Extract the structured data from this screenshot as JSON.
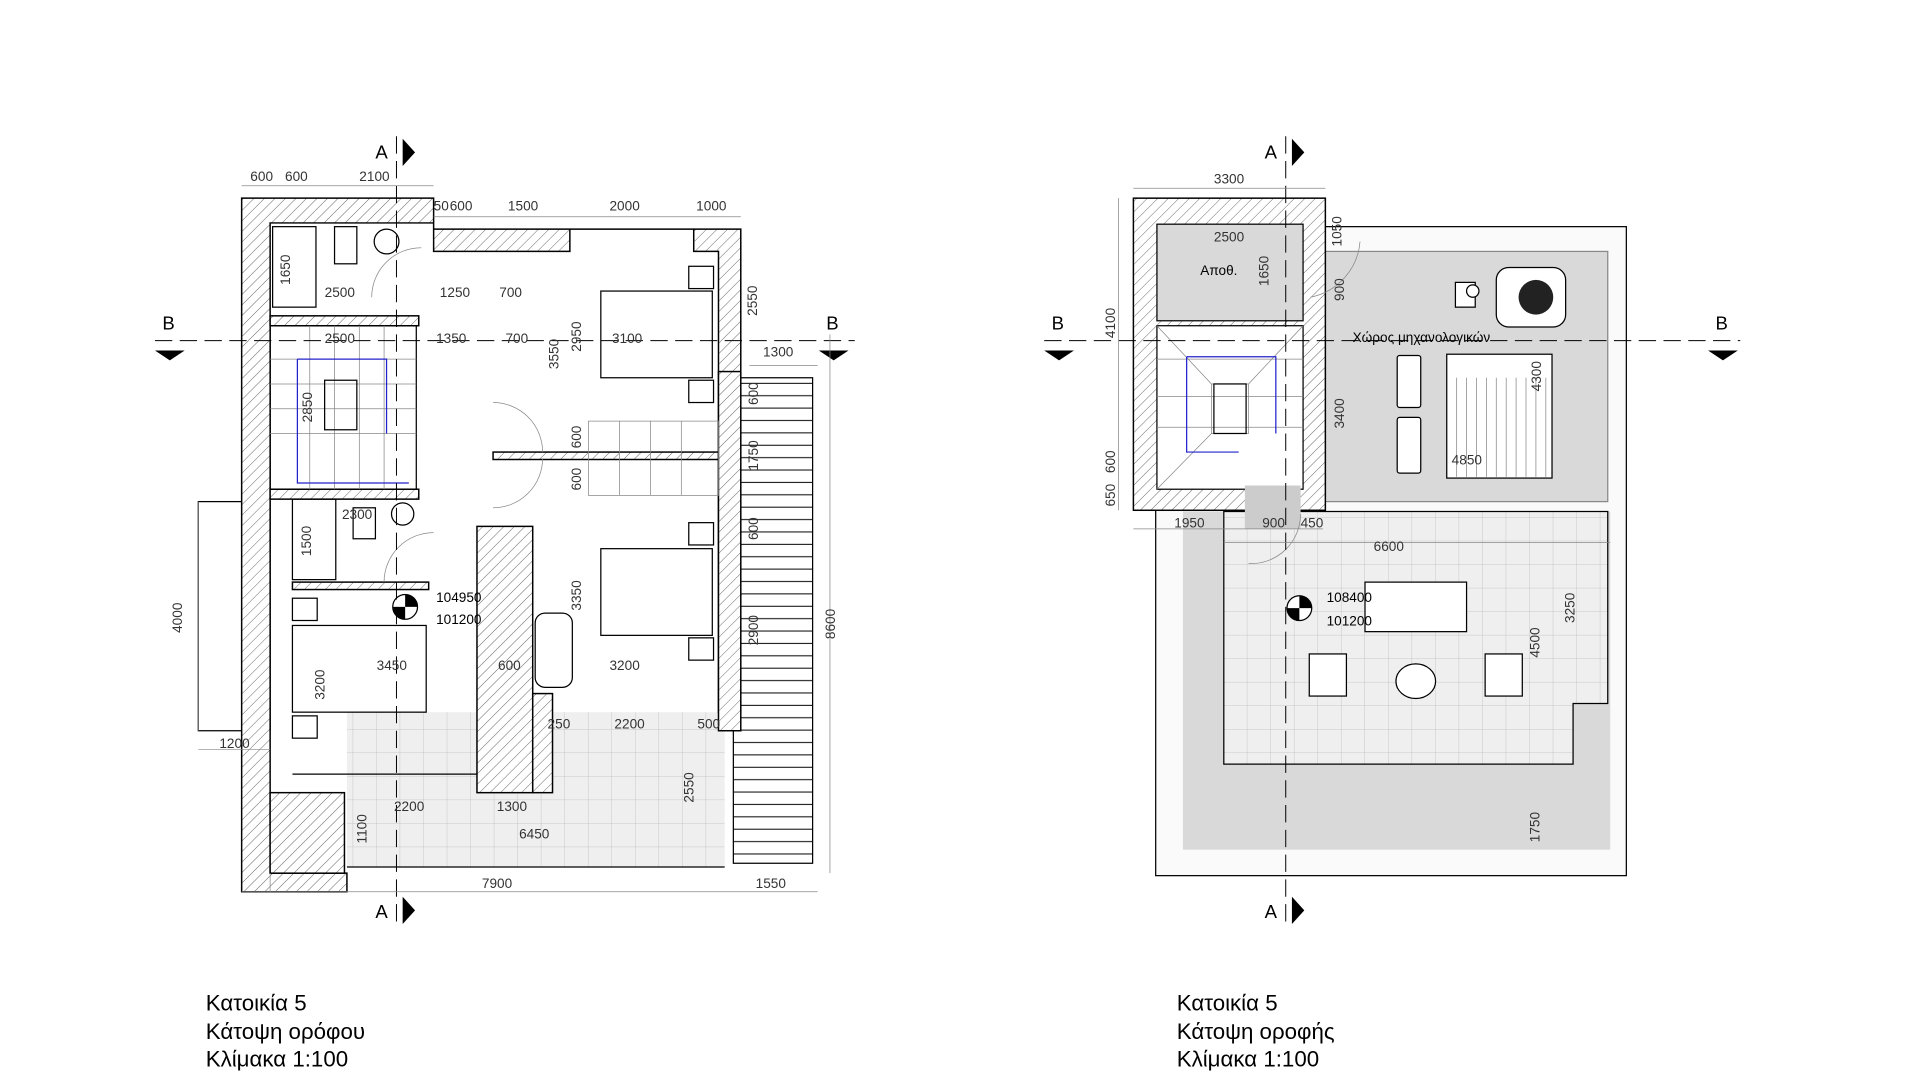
{
  "plans": [
    {
      "caption": [
        "Κατοικία 5",
        "Κάτοψη ορόφου",
        "Κλίμακα 1:100"
      ],
      "section_marks": {
        "a": "A",
        "b": "B"
      },
      "levels": [
        "104950",
        "101200"
      ],
      "dims": [
        "600",
        "600",
        "2100",
        "50",
        "600",
        "1500",
        "2000",
        "1000",
        "1650",
        "2500",
        "1250",
        "700",
        "2550",
        "2500",
        "1350",
        "700",
        "3550",
        "2950",
        "3100",
        "1300",
        "2850",
        "600",
        "600",
        "1750",
        "600",
        "2300",
        "1500",
        "600",
        "3350",
        "2900",
        "8600",
        "4000",
        "3450",
        "600",
        "3200",
        "3200",
        "250",
        "2200",
        "500",
        "1200",
        "2550",
        "2200",
        "1300",
        "6450",
        "1100",
        "7900",
        "1550"
      ]
    },
    {
      "caption": [
        "Κατοικία 5",
        "Κάτοψη οροφής",
        "Κλίμακα 1:100"
      ],
      "section_marks": {
        "a": "A",
        "b": "B"
      },
      "levels": [
        "108400",
        "101200"
      ],
      "rooms": [
        "Αποθ.",
        "Χώρος μηχανολογικών"
      ],
      "dims": [
        "3300",
        "1050",
        "2500",
        "1650",
        "900",
        "4100",
        "4300",
        "3400",
        "4850",
        "600",
        "650",
        "1950",
        "900",
        "450",
        "6600",
        "3250",
        "4500",
        "1750"
      ]
    }
  ]
}
